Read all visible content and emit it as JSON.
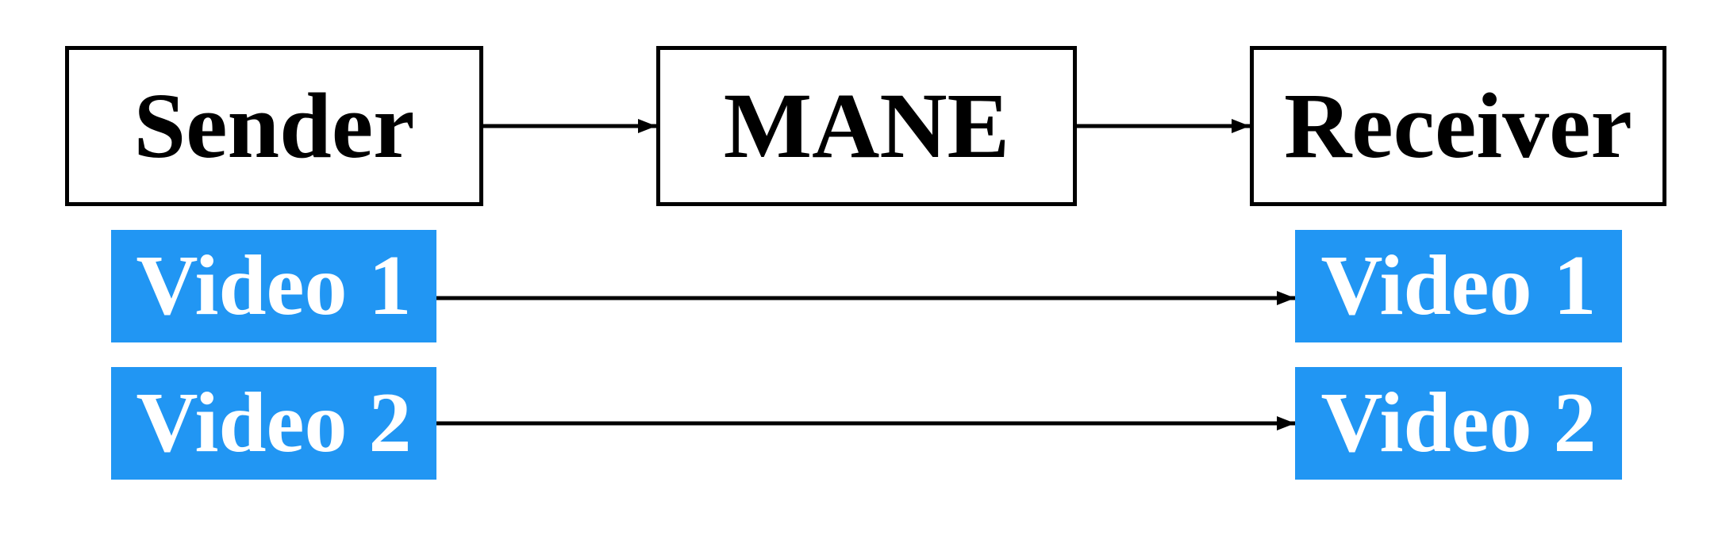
{
  "colors": {
    "stream_fill": "#2196f3",
    "stroke": "#000000",
    "background": "#ffffff"
  },
  "nodes": {
    "sender": "Sender",
    "mane": "MANE",
    "receiver": "Receiver"
  },
  "sender_streams": [
    "Video 1",
    "Video 2"
  ],
  "receiver_streams": [
    "Video 1",
    "Video 2"
  ]
}
